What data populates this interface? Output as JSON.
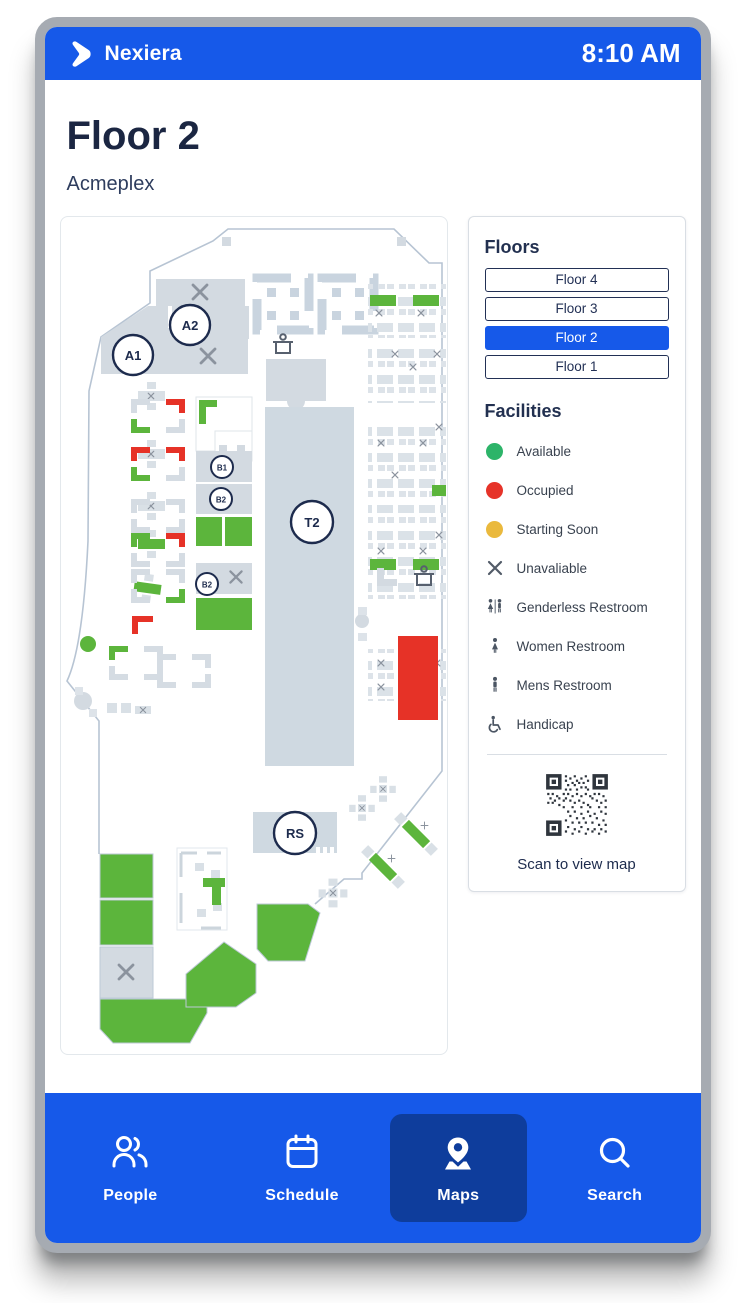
{
  "header": {
    "brand": "Nexiera",
    "time": "8:10 AM"
  },
  "page": {
    "title": "Floor 2",
    "subtitle": "Acmeplex"
  },
  "floors": {
    "heading": "Floors",
    "items": [
      {
        "label": "Floor 4",
        "active": false
      },
      {
        "label": "Floor 3",
        "active": false
      },
      {
        "label": "Floor 2",
        "active": true
      },
      {
        "label": "Floor 1",
        "active": false
      }
    ]
  },
  "facilities": {
    "heading": "Facilities",
    "items": [
      {
        "icon": "available-dot",
        "label": "Available",
        "color": "#2db469"
      },
      {
        "icon": "occupied-dot",
        "label": "Occupied",
        "color": "#e63329"
      },
      {
        "icon": "starting-soon-dot",
        "label": "Starting Soon",
        "color": "#eab93d"
      },
      {
        "icon": "unavailable-x-icon",
        "label": "Unavaliable"
      },
      {
        "icon": "genderless-restroom-icon",
        "label": "Genderless Restroom"
      },
      {
        "icon": "women-restroom-icon",
        "label": "Women Restroom"
      },
      {
        "icon": "mens-restroom-icon",
        "label": "Mens Restroom"
      },
      {
        "icon": "handicap-icon",
        "label": "Handicap"
      }
    ]
  },
  "qr": {
    "caption": "Scan to view map"
  },
  "map": {
    "rooms": {
      "a1": "A1",
      "a2": "A2",
      "b1": "B1",
      "b2a": "B2",
      "b2b": "B2",
      "t2": "T2",
      "rs": "RS"
    }
  },
  "nav": {
    "items": [
      {
        "icon": "people-icon",
        "label": "People",
        "active": false
      },
      {
        "icon": "schedule-icon",
        "label": "Schedule",
        "active": false
      },
      {
        "icon": "maps-icon",
        "label": "Maps",
        "active": true
      },
      {
        "icon": "search-icon",
        "label": "Search",
        "active": false
      }
    ]
  },
  "colors": {
    "primary_blue": "#1659e9",
    "active_nav_blue": "#0e3d9c",
    "available_green": "#2db469",
    "occupied_red": "#e63329",
    "starting_soon_yellow": "#eab93d",
    "map_room_green": "#5cb53c",
    "map_room_red": "#e63227",
    "map_room_gray": "#d3dae1",
    "navy_text": "#1b2642"
  }
}
